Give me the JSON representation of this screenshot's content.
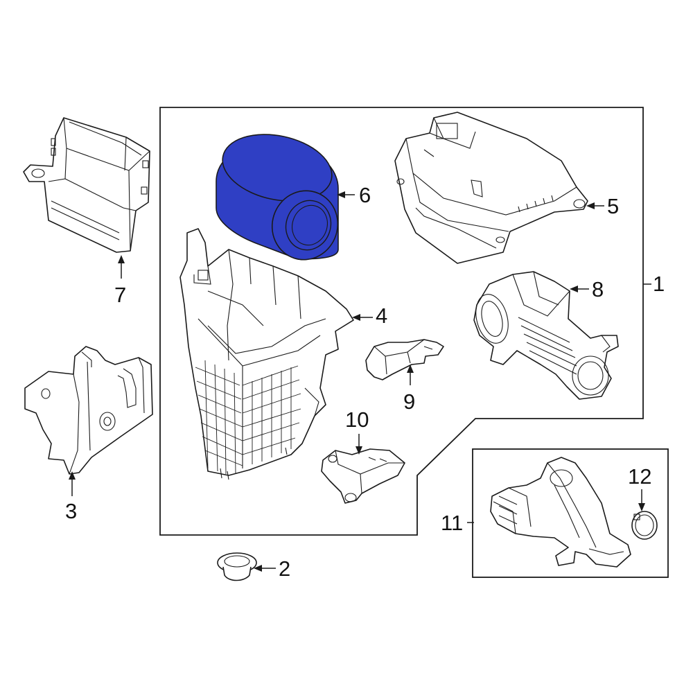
{
  "diagram": {
    "highlight_color": "#2f3fc4",
    "highlighted_part": "6",
    "callouts": {
      "c1": "1",
      "c2": "2",
      "c3": "3",
      "c4": "4",
      "c5": "5",
      "c6": "6",
      "c7": "7",
      "c8": "8",
      "c9": "9",
      "c10": "10",
      "c11": "11",
      "c12": "12"
    }
  }
}
